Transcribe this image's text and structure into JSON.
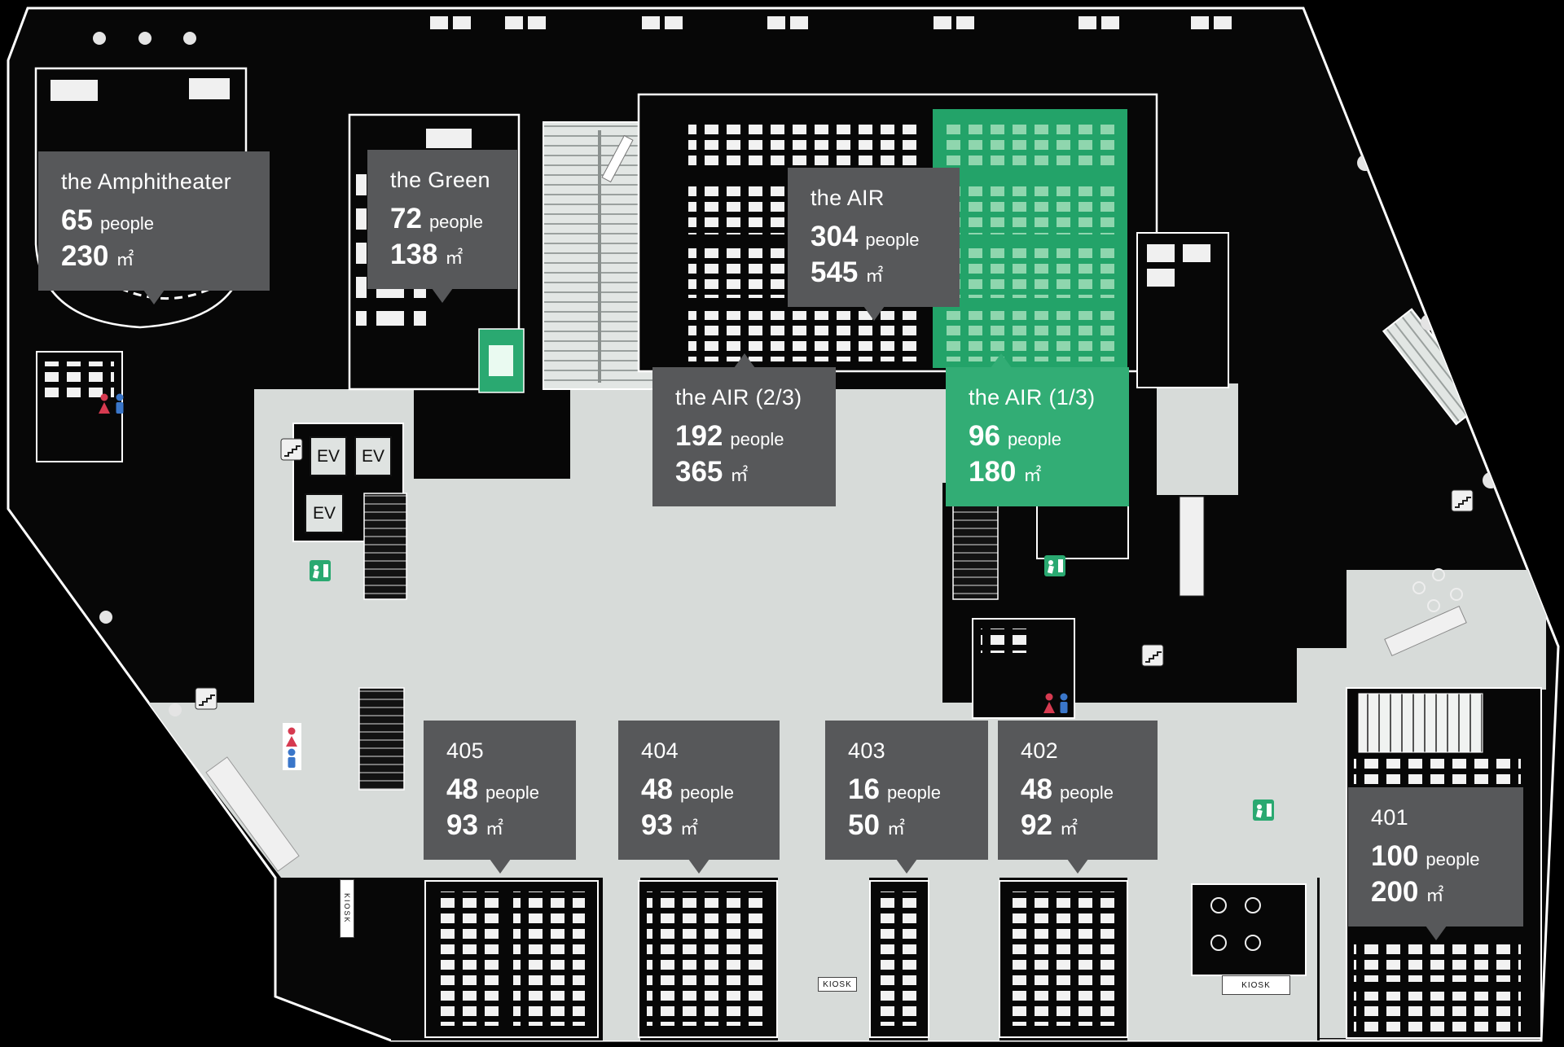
{
  "colors": {
    "background": "#000000",
    "floor": "#d7dbd9",
    "room_fill": "#070707",
    "label_bg": "#57585a",
    "label_text": "#ffffff",
    "highlight_room": "#23a369",
    "highlight_label": "#32ad75"
  },
  "units": {
    "people": "people",
    "area": "㎡"
  },
  "rooms": [
    {
      "name": "the Amphitheater",
      "people": "65",
      "area": "230"
    },
    {
      "name": "the Green",
      "people": "72",
      "area": "138"
    },
    {
      "name": "the AIR",
      "people": "304",
      "area": "545"
    },
    {
      "name": "the AIR (2/3)",
      "people": "192",
      "area": "365"
    },
    {
      "name": "the AIR (1/3)",
      "people": "96",
      "area": "180"
    },
    {
      "name": "405",
      "people": "48",
      "area": "93"
    },
    {
      "name": "404",
      "people": "48",
      "area": "93"
    },
    {
      "name": "403",
      "people": "16",
      "area": "50"
    },
    {
      "name": "402",
      "people": "48",
      "area": "92"
    },
    {
      "name": "401",
      "people": "100",
      "area": "200"
    }
  ],
  "facilities": {
    "elevator": "EV",
    "kiosk": "KIOSK"
  }
}
